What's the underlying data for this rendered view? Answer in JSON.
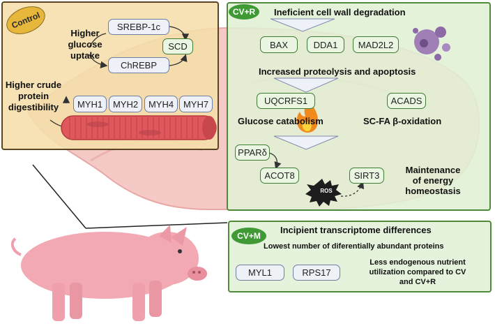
{
  "colors": {
    "control_bg": "#f5deaa",
    "control_border": "#5b4422",
    "cv_panel_bg": "#e1f0d5",
    "cv_border": "#4f8a3a",
    "badge_green": "#3f9a35",
    "gold_badge": "#e6b73a",
    "meat_pink": "#f2b5b8",
    "muscle_red": "#e0575c",
    "pig_pink": "#f3a9b4"
  },
  "control": {
    "badge": "Control",
    "higher_glucose_uptake": [
      "Higher",
      "glucose",
      "uptake"
    ],
    "higher_crude_protein": [
      "Higher crude",
      "protein",
      "digestibility"
    ],
    "genes": {
      "srebp": "SREBP-1c",
      "chrebp": "ChREBP",
      "scd": "SCD",
      "myh1": "MYH1",
      "myh2": "MYH2",
      "myh4": "MYH4",
      "myh7": "MYH7"
    }
  },
  "cvr": {
    "badge": "CV+R",
    "title": "Ineficient cell wall degradation",
    "genes_row1": [
      "BAX",
      "DDA1",
      "MAD2L2"
    ],
    "proteolysis": "Increased proteolysis and apoptosis",
    "uqcrfs1": "UQCRFS1",
    "acads": "ACADS",
    "glucose_catabolism": "Glucose catabolism",
    "scfa_oxidation": "SC-FA β-oxidation",
    "ppard": "PPARδ",
    "acot8": "ACOT8",
    "sirt3": "SIRT3",
    "ros": "ROS",
    "maintenance": [
      "Maintenance",
      "of energy",
      "homeostasis"
    ]
  },
  "cvm": {
    "badge": "CV+M",
    "title": "Incipient transcriptome differences",
    "subtitle": "Lowest number of diferentially abundant proteins",
    "myl1": "MYL1",
    "rps17": "RPS17",
    "note": [
      "Less endogenous nutrient",
      "utilization compared to CV",
      "and CV+R"
    ]
  }
}
